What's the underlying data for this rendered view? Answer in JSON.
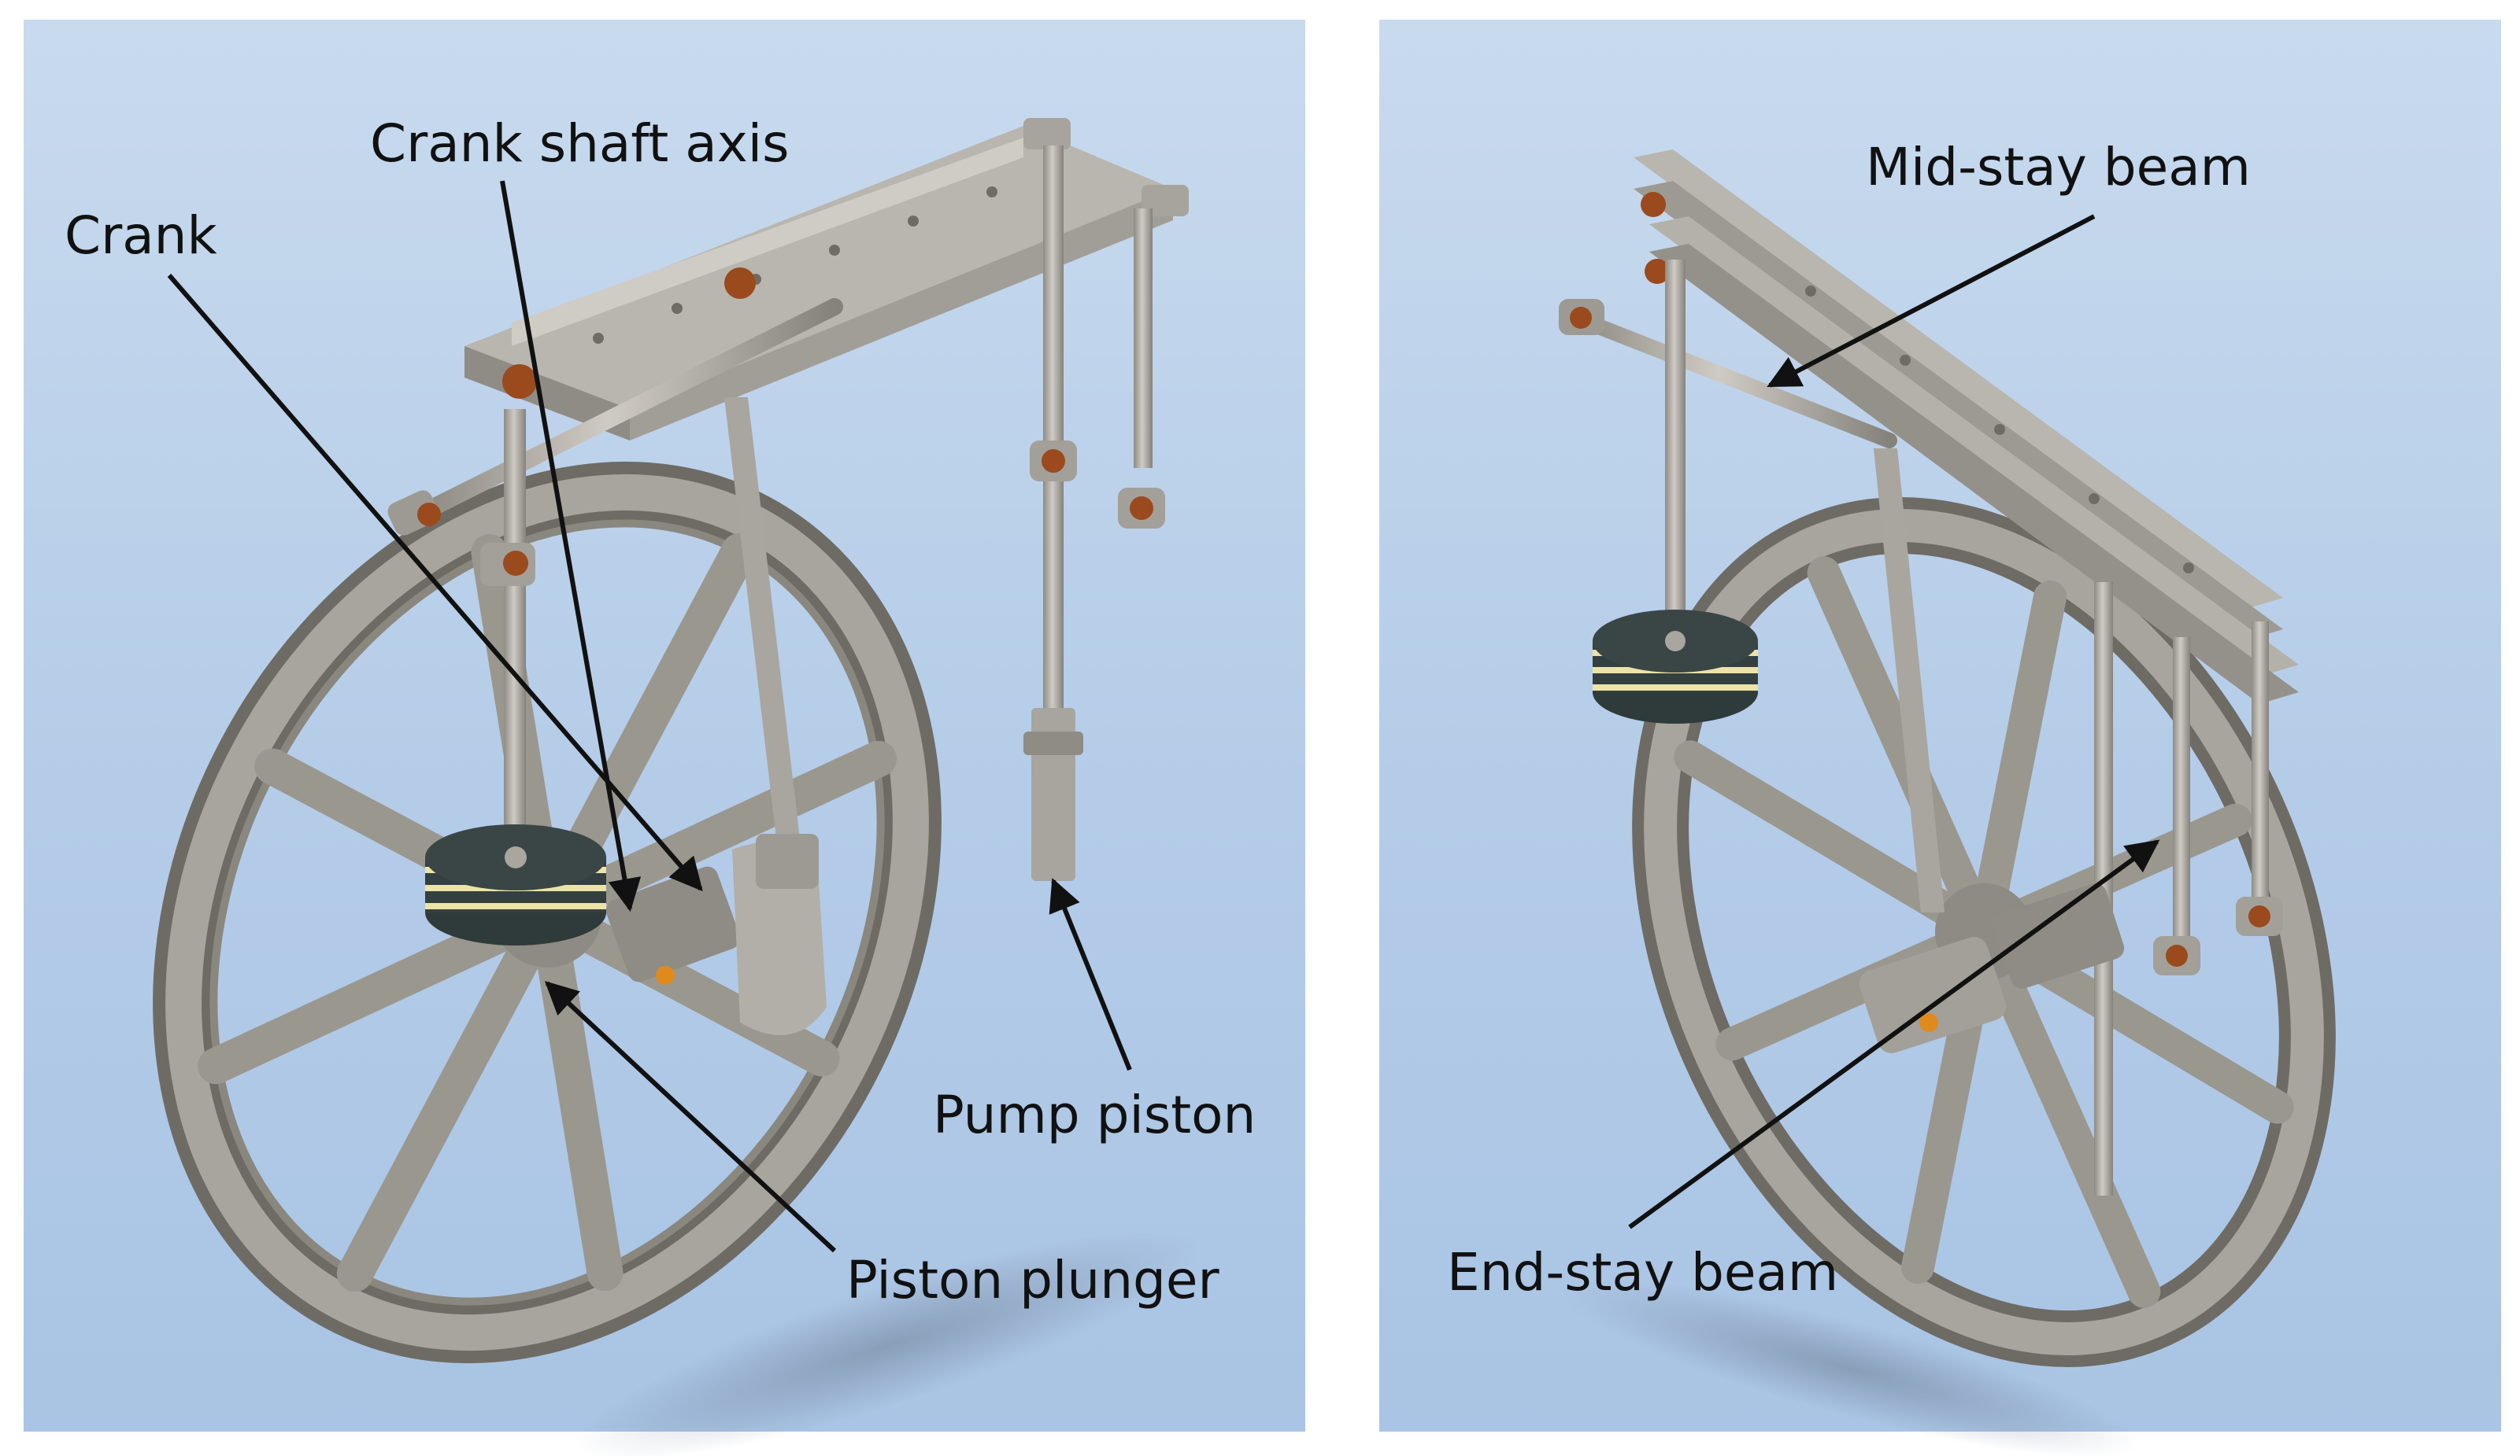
{
  "panels": [
    {
      "id": "left",
      "labels": {
        "crank_shaft_axis": "Crank shaft axis",
        "crank": "Crank",
        "pump_piston": "Pump piston",
        "piston_plunger": "Piston plunger"
      }
    },
    {
      "id": "right",
      "labels": {
        "mid_stay_beam": "Mid-stay beam",
        "end_stay_beam": "End-stay beam"
      }
    }
  ],
  "colors": {
    "background_top": "#c7d9ee",
    "background_bottom": "#a9c5e6",
    "metal_light": "#c4c1bb",
    "metal_mid": "#9b9891",
    "metal_dark": "#6f6c66",
    "weight_dark": "#2f3a3a",
    "weight_stripe": "#ece3a6",
    "bushing": "#9a4a1c",
    "leader_line": "#111111"
  }
}
